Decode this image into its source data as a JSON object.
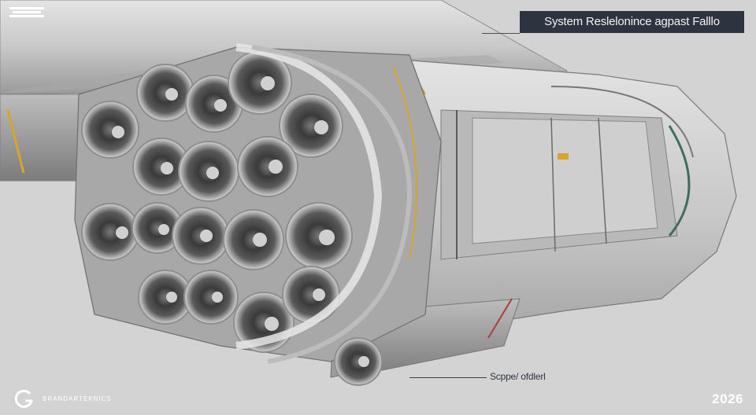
{
  "header": {
    "title": "System Reslelonince agpast Falllo"
  },
  "callout": {
    "label": "Scppe/ ofdlerl"
  },
  "footer": {
    "year": "2026",
    "brand_text": "BRANDARTEKNICS"
  },
  "colors": {
    "background": "#d3d3d3",
    "title_box": "#2e3340",
    "hull": "#c9c9c9",
    "accent_yellow": "#d7a52a",
    "accent_red": "#b23a3a"
  },
  "icons": {
    "brand_mark": "brand-logo-icon",
    "top_logo": "top-emblem-icon"
  }
}
